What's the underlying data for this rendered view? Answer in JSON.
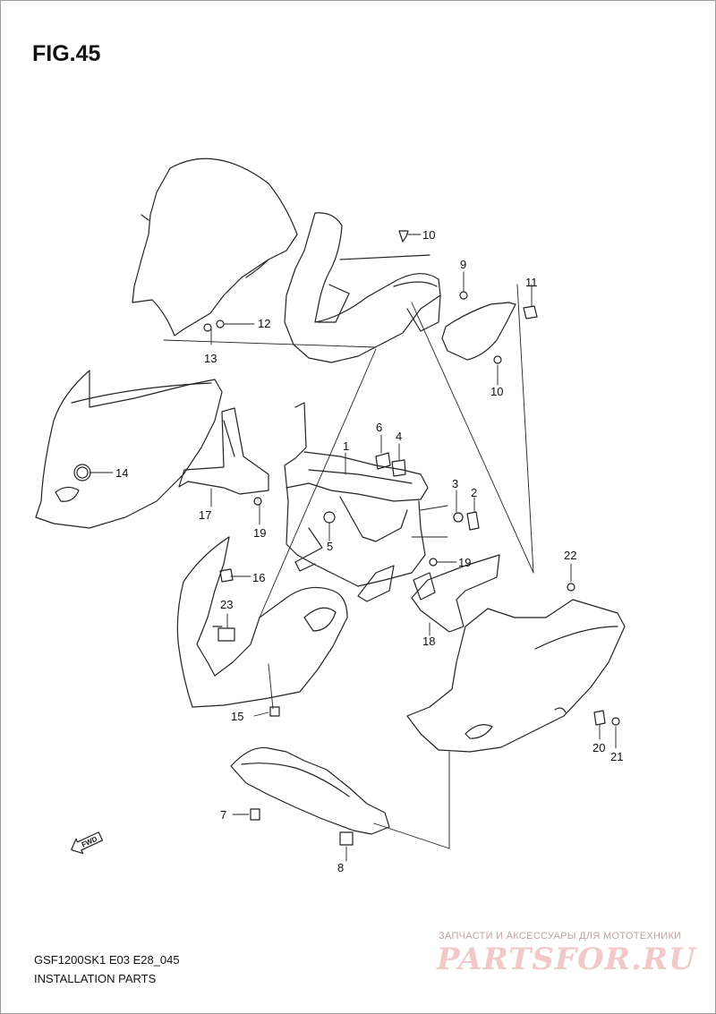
{
  "figure": {
    "title": "FIG.45",
    "model_code": "GSF1200SK1 E03 E28_045",
    "section_title": "INSTALLATION PARTS"
  },
  "direction_marker": {
    "label": "FWD",
    "icon": "forward-arrow-icon"
  },
  "callouts": [
    "1",
    "2",
    "3",
    "4",
    "5",
    "6",
    "7",
    "8",
    "9",
    "10",
    "10",
    "11",
    "12",
    "13",
    "14",
    "15",
    "16",
    "17",
    "18",
    "19",
    "19",
    "20",
    "21",
    "22",
    "23"
  ],
  "watermark": {
    "tagline": "ЗАПЧАСТИ И АКСЕССУАРЫ ДЛЯ МОТОТЕХНИКИ",
    "logo": "PARTSFOR.RU",
    "color": "#e8a0a0"
  },
  "colors": {
    "line": "#222222",
    "background": "#ffffff"
  }
}
